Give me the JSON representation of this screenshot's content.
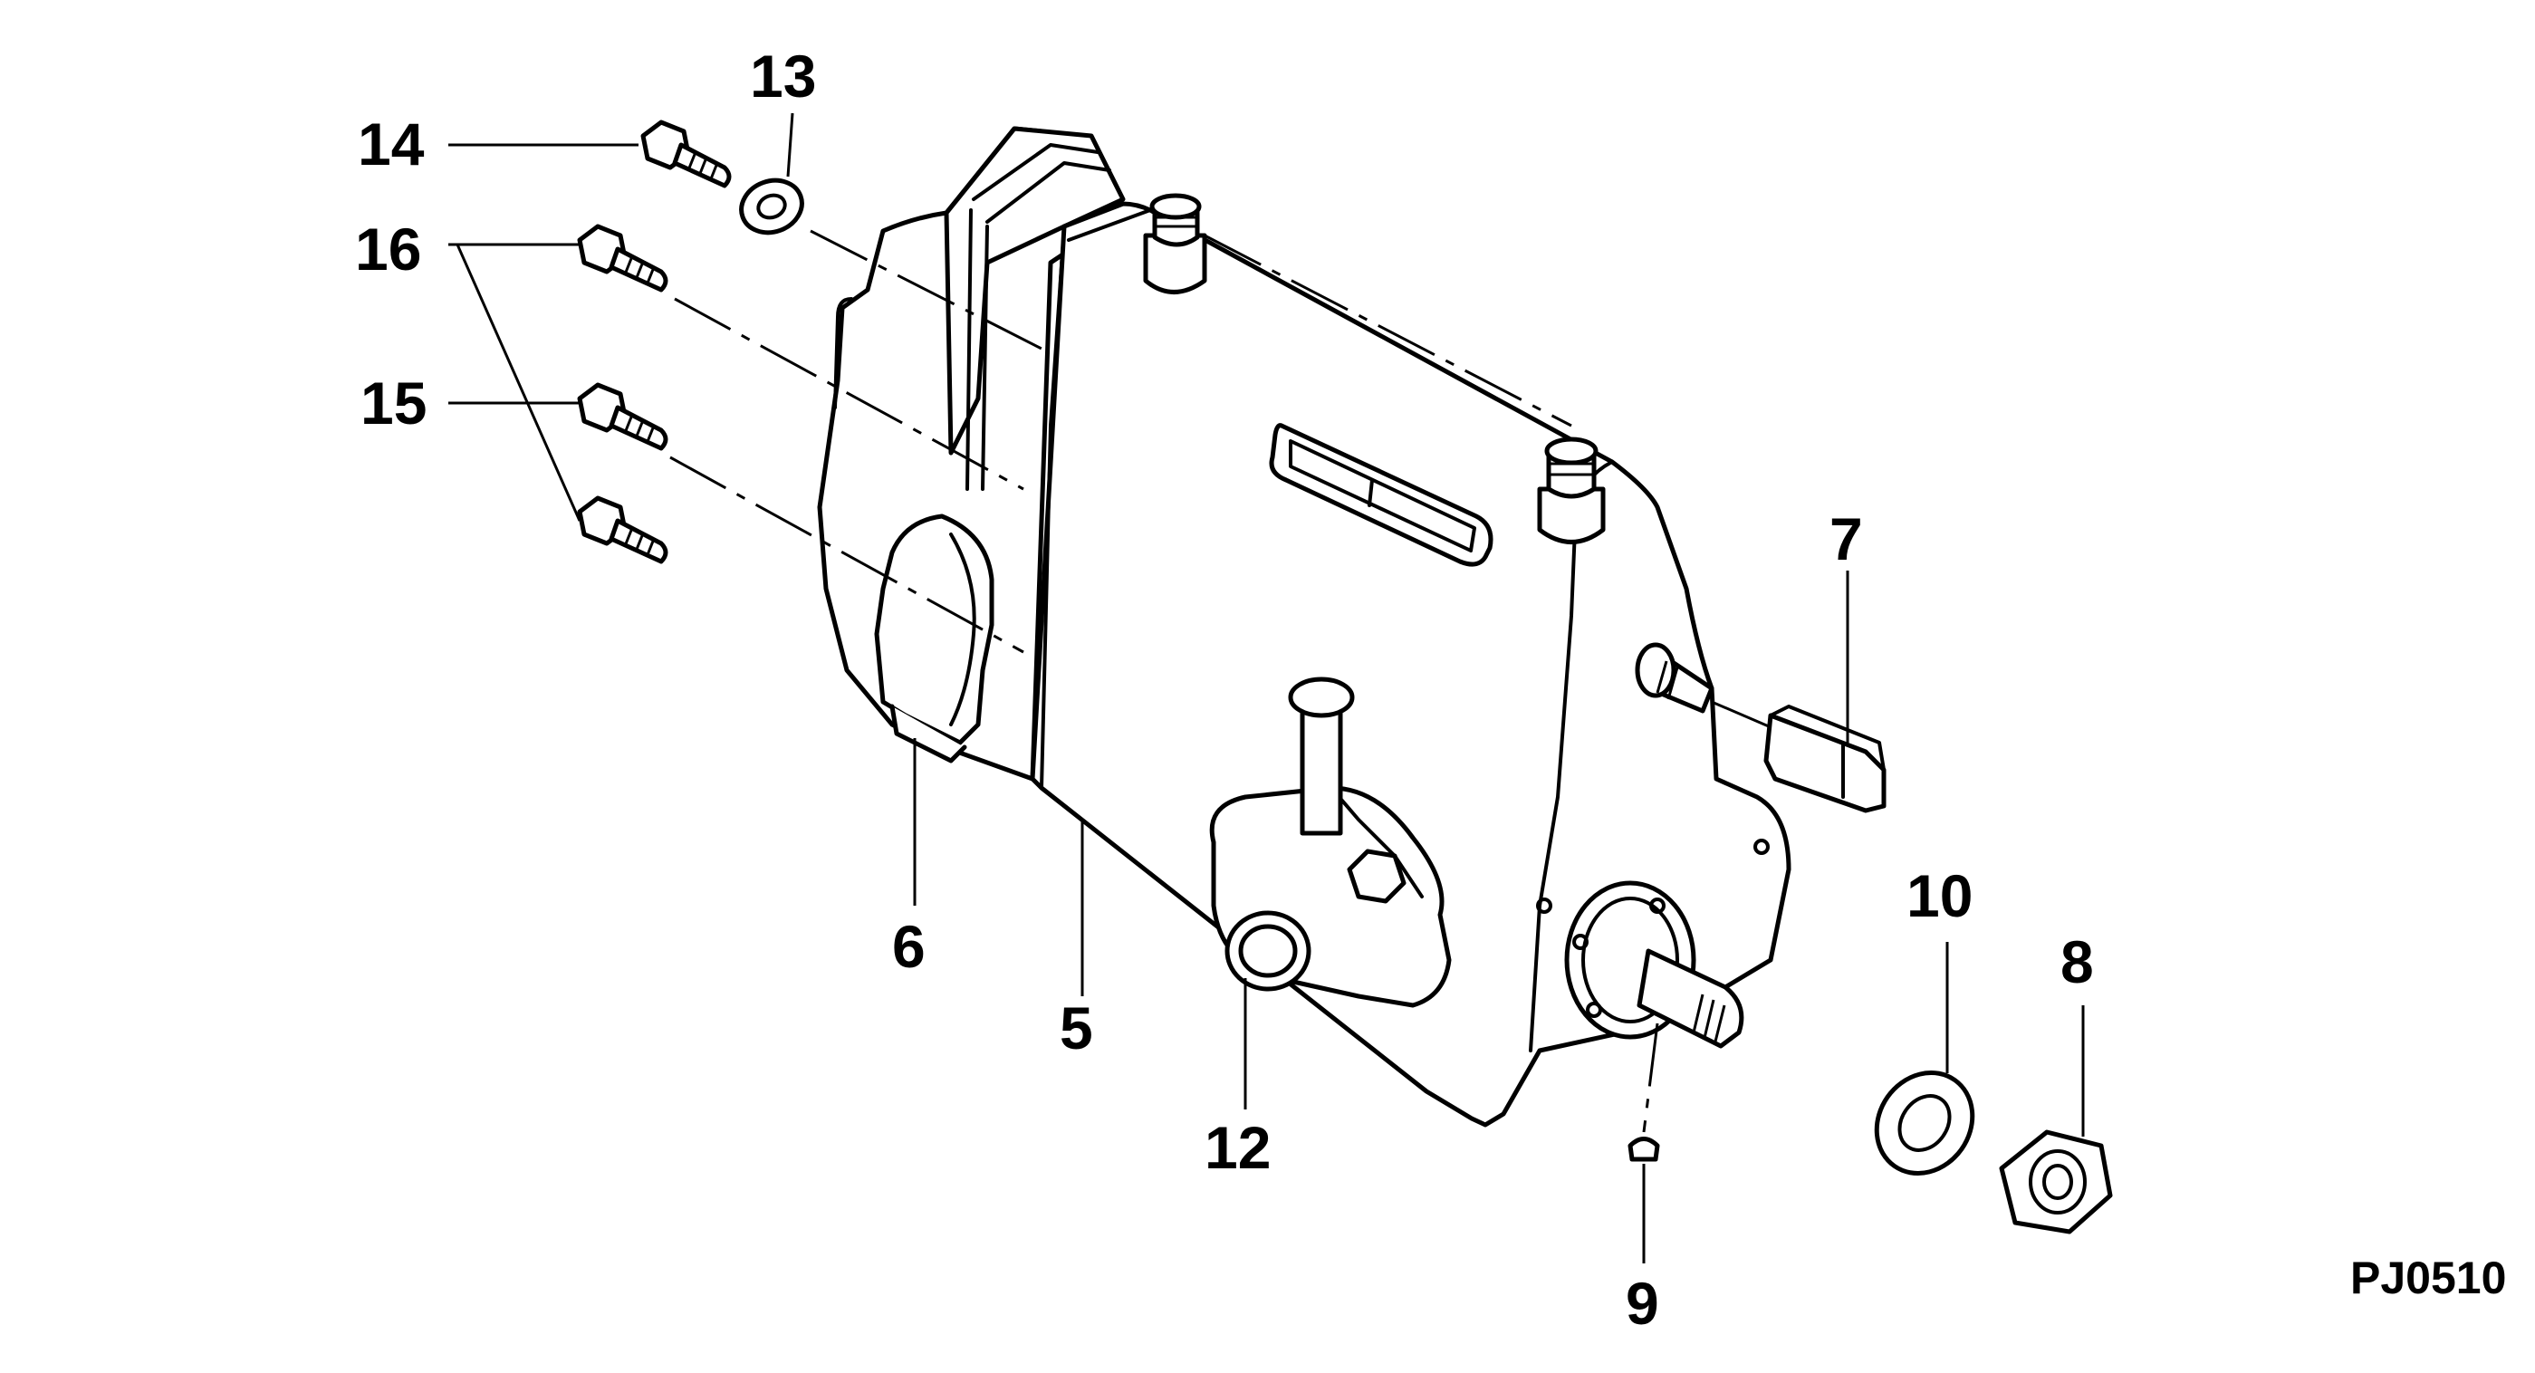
{
  "callouts": {
    "c5": "5",
    "c6": "6",
    "c7": "7",
    "c8": "8",
    "c9": "9",
    "c10": "10",
    "c12": "12",
    "c13": "13",
    "c14": "14",
    "c15": "15",
    "c16": "16"
  },
  "figure_code": "PJ0510"
}
